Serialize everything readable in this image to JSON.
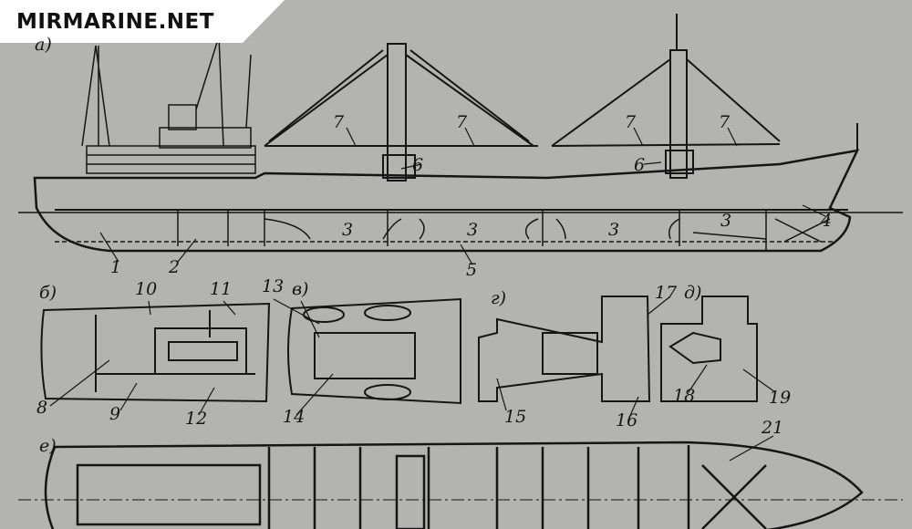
{
  "logo": "MIRMARINE.NET",
  "view_labels": {
    "a": "а)",
    "b": "б)",
    "v": "в)",
    "g": "г)",
    "d": "д)",
    "e": "е)"
  },
  "callouts": {
    "n1": "1",
    "n2": "2",
    "n3a": "3",
    "n3b": "3",
    "n3c": "3",
    "n3d": "3",
    "n4": "4",
    "n5": "5",
    "n6a": "6",
    "n6b": "6",
    "n7a": "7",
    "n7b": "7",
    "n7c": "7",
    "n7d": "7",
    "n8": "8",
    "n9": "9",
    "n10": "10",
    "n11": "11",
    "n12": "12",
    "n13": "13",
    "n14": "14",
    "n15": "15",
    "n16": "16",
    "n17": "17",
    "n18": "18",
    "n19": "19",
    "n21": "21"
  },
  "colors": {
    "paper": "#b3b3b1",
    "ink": "#151515"
  }
}
